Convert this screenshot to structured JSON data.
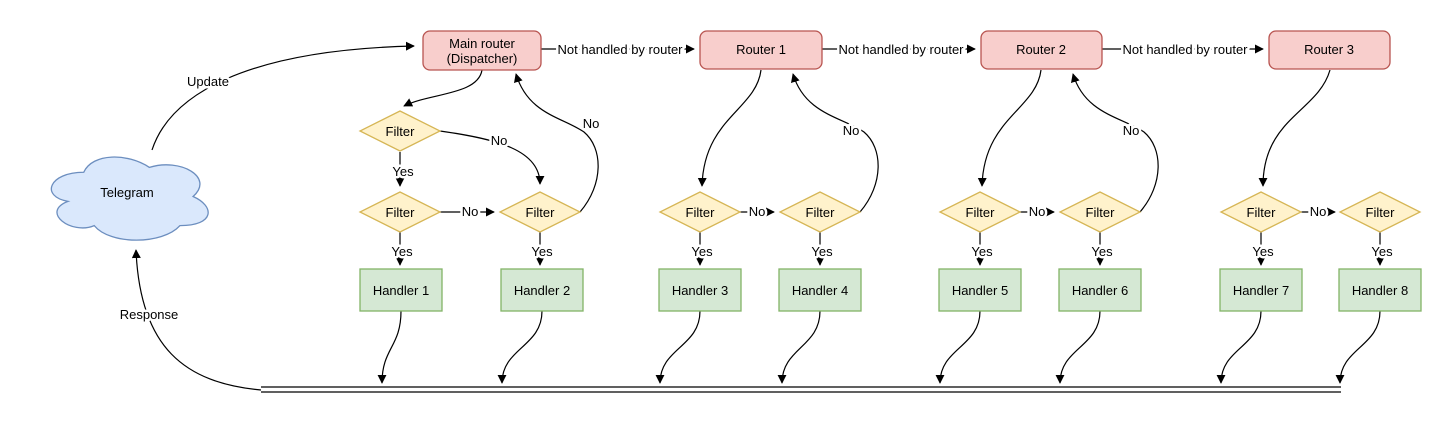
{
  "labels": {
    "update": "Update",
    "response": "Response",
    "not_handled": "Not handled by router",
    "yes": "Yes",
    "no": "No",
    "filter": "Filter"
  },
  "cloud": {
    "label": "Telegram"
  },
  "main_router": {
    "line1": "Main router",
    "line2": "(Dispatcher)"
  },
  "routers": [
    "Router 1",
    "Router 2",
    "Router 3"
  ],
  "handlers": [
    "Handler 1",
    "Handler 2",
    "Handler 3",
    "Handler 4",
    "Handler 5",
    "Handler 6",
    "Handler 7",
    "Handler 8"
  ],
  "colors": {
    "router_fill": "#f8cecc",
    "router_stroke": "#b85450",
    "filter_fill": "#fff2cc",
    "filter_stroke": "#d6b656",
    "handler_fill": "#d5e8d4",
    "handler_stroke": "#82b366",
    "cloud_fill": "#dae8fc",
    "cloud_stroke": "#6c8ebf",
    "edge": "#000000"
  }
}
